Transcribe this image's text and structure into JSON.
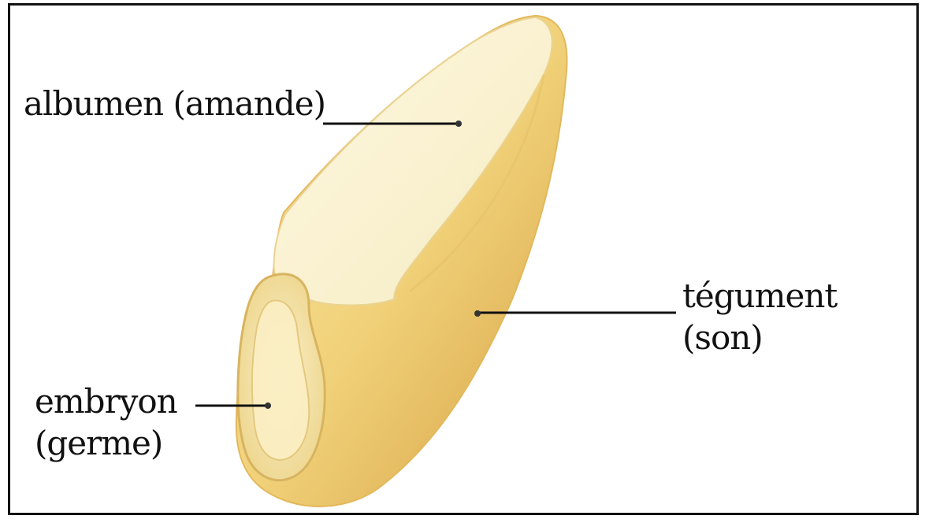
{
  "labels": {
    "albumen": "albumen (amande)",
    "tegument": {
      "line1": "tégument",
      "line2": "(son)"
    },
    "embryon": {
      "line1": "embryon",
      "line2": "(germe)"
    }
  },
  "colors": {
    "background": "#ffffff",
    "border": "#111111",
    "albumen": "#fbf6dc",
    "tegument": "#f0cf6e",
    "tegument_shadow": "#d9a33a",
    "embryo": "#f7e8b0",
    "leader_line": "#111111"
  }
}
